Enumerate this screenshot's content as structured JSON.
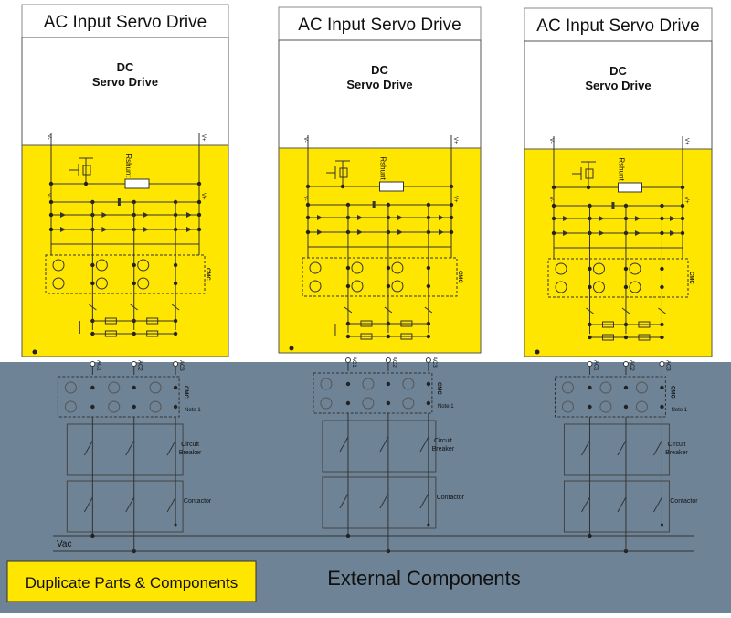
{
  "drives": [
    {
      "title": "AC Input Servo Drive",
      "dc_label_line1": "DC",
      "dc_label_line2": "Servo Drive",
      "vminus": "V-",
      "vplus": "V+",
      "rshunt": "Rshunt",
      "cmc": "CMC",
      "ac_pins": [
        "AC1",
        "AC2",
        "AC3"
      ]
    },
    {
      "title": "AC Input Servo Drive",
      "dc_label_line1": "DC",
      "dc_label_line2": "Servo Drive",
      "vminus": "V-",
      "vplus": "V+",
      "rshunt": "Rshunt",
      "cmc": "CMC",
      "ac_pins": [
        "AC1",
        "AC2",
        "AC3"
      ]
    },
    {
      "title": "AC Input Servo Drive",
      "dc_label_line1": "DC",
      "dc_label_line2": "Servo Drive",
      "vminus": "V-",
      "vplus": "V+",
      "rshunt": "Rshunt",
      "cmc": "CMC",
      "ac_pins": [
        "AC1",
        "AC2",
        "AC3"
      ]
    }
  ],
  "external": {
    "title": "External Components",
    "cmc_label": "CMC",
    "note_label": "Note 1",
    "breaker_label_line1": "Circuit",
    "breaker_label_line2": "Breaker",
    "contactor_label": "Contactor",
    "vac_label": "Vac"
  },
  "legend": {
    "duplicate_label": "Duplicate Parts & Components"
  },
  "colors": {
    "duplicate_fill": "#FFE600",
    "external_fill": "#6E8396",
    "box_border": "#8A8A8A",
    "wire": "#333333"
  }
}
